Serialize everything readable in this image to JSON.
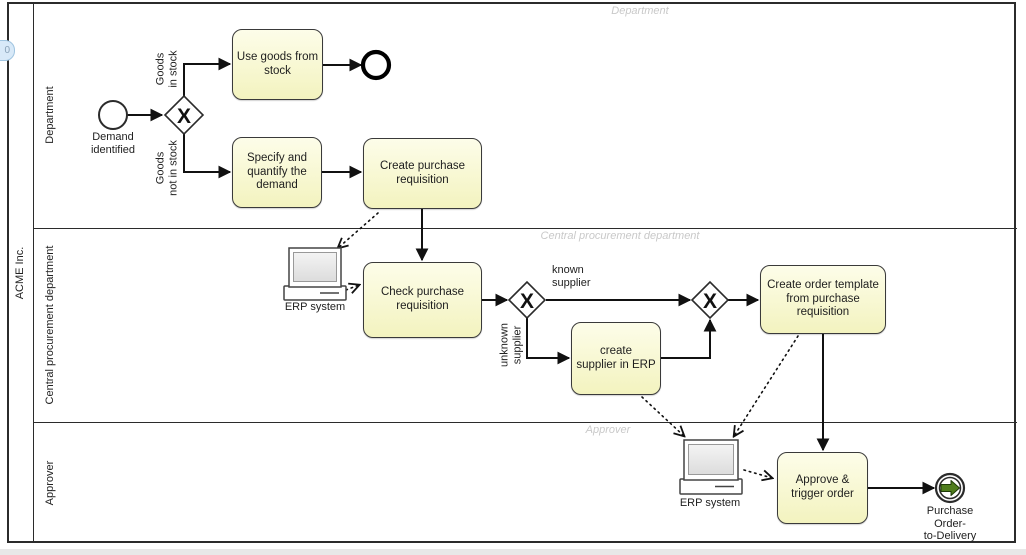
{
  "badge": {
    "text": "0"
  },
  "pool": {
    "label": "ACME Inc."
  },
  "lanes": [
    {
      "label": "Department",
      "watermark": "Department"
    },
    {
      "label": "Central procurement department",
      "watermark": "Central procurement department"
    },
    {
      "label": "Approver",
      "watermark": "Approver"
    }
  ],
  "nodes": {
    "start_event": {
      "label": "Demand\nidentified"
    },
    "gateway_symbol": "X",
    "tasks": {
      "use_goods": "Use goods from\nstock",
      "specify": "Specify and\nquantify the\ndemand",
      "create_requisition": "Create purchase\nrequisition",
      "check_requisition": "Check purchase\nrequisition",
      "create_supplier": "create\nsupplier in ERP",
      "create_order_template": "Create order template\nfrom purchase\nrequisition",
      "approve": "Approve &\ntrigger order"
    },
    "end_event_final": {
      "label": "Purchase Order-\nto-Delivery"
    }
  },
  "edge_labels": {
    "goods_in_stock": "Goods\nin stock",
    "goods_not_in_stock": "Goods\nnot in stock",
    "known_supplier": "known\nsupplier",
    "unknown_supplier": "unknown\nsupplier"
  },
  "systems": {
    "erp_central": "ERP system",
    "erp_approver": "ERP system"
  },
  "colors": {
    "task_fill_top": "#FDFDE9",
    "task_fill_bottom": "#F3F3BF",
    "task_border": "#3A3A3A",
    "line": "#111111",
    "watermark": "#C9C9C9",
    "end_event_arrow": "#4F7D1D",
    "badge_fill": "#D8E9F8"
  }
}
